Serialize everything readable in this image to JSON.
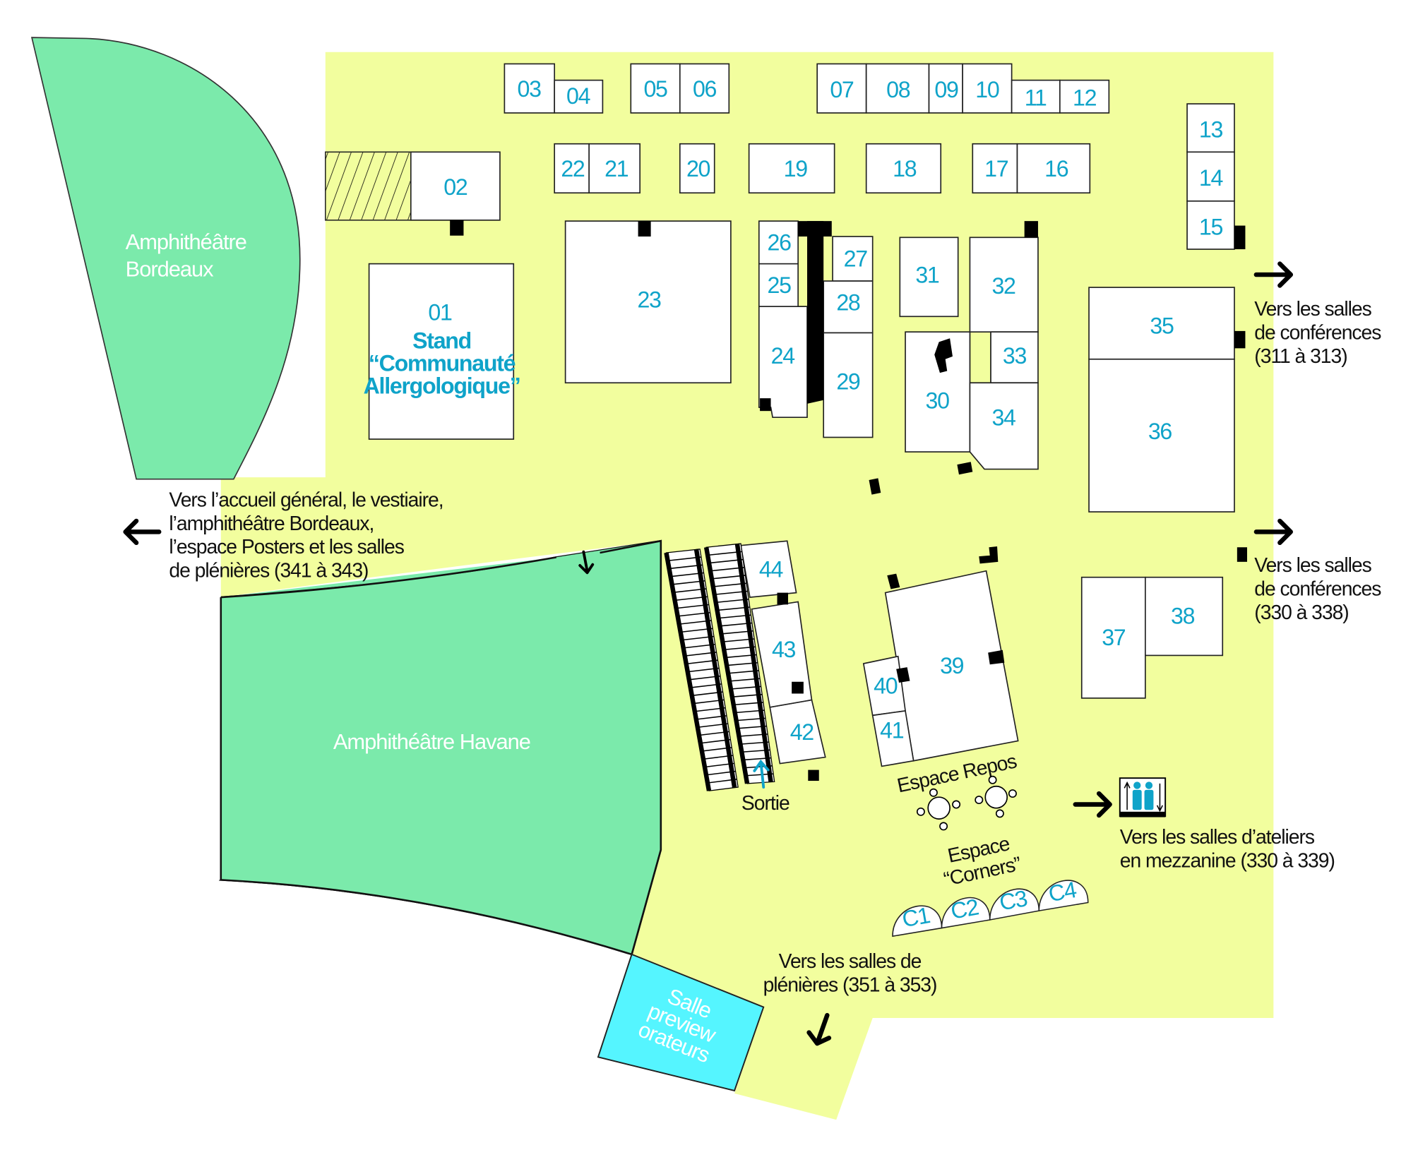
{
  "title": "Plan du hall d'exposition",
  "colors": {
    "floor": "#f2fe9e",
    "amphi": "#7beaab",
    "preview": "#55f5ff",
    "booth_text": "#0fa3c9"
  },
  "rooms": {
    "bordeaux": [
      "Amphithéâtre",
      "Bordeaux"
    ],
    "havane": "Amphithéâtre Havane",
    "preview": [
      "Salle",
      "preview",
      "orateurs"
    ]
  },
  "booths": [
    "01",
    "02",
    "03",
    "04",
    "05",
    "06",
    "07",
    "08",
    "09",
    "10",
    "11",
    "12",
    "13",
    "14",
    "15",
    "16",
    "17",
    "18",
    "19",
    "20",
    "21",
    "22",
    "23",
    "24",
    "25",
    "26",
    "27",
    "28",
    "29",
    "30",
    "31",
    "32",
    "33",
    "34",
    "35",
    "36",
    "37",
    "38",
    "39",
    "40",
    "41",
    "42",
    "43",
    "44"
  ],
  "stand01": [
    "Stand",
    "“Communauté",
    "Allergologique”"
  ],
  "corners": [
    "C1",
    "C2",
    "C3",
    "C4"
  ],
  "labels": {
    "sortie": "Sortie",
    "espace_repos": "Espace Repos",
    "espace_corners": [
      "Espace",
      "“Corners”"
    ],
    "left_exit": [
      "Vers l’accueil général, le vestiaire,",
      "l’amphithéâtre Bordeaux,",
      "l’espace Posters et les salles",
      "de plénières (341 à 343)"
    ],
    "conf_311": [
      "Vers les salles",
      "de conférences",
      "(311 à 313)"
    ],
    "conf_330": [
      "Vers les salles",
      "de conférences",
      "(330 à 338)"
    ],
    "ateliers": [
      "Vers les salles d’ateliers",
      "en mezzanine (330 à 339)"
    ],
    "plenieres_351": [
      "Vers les salles de",
      "plénières (351 à 353)"
    ]
  },
  "icons": [
    "arrow-left-icon",
    "arrow-right-icon",
    "arrow-down-icon",
    "elevator-icon",
    "escalator-icon",
    "table-icon"
  ]
}
